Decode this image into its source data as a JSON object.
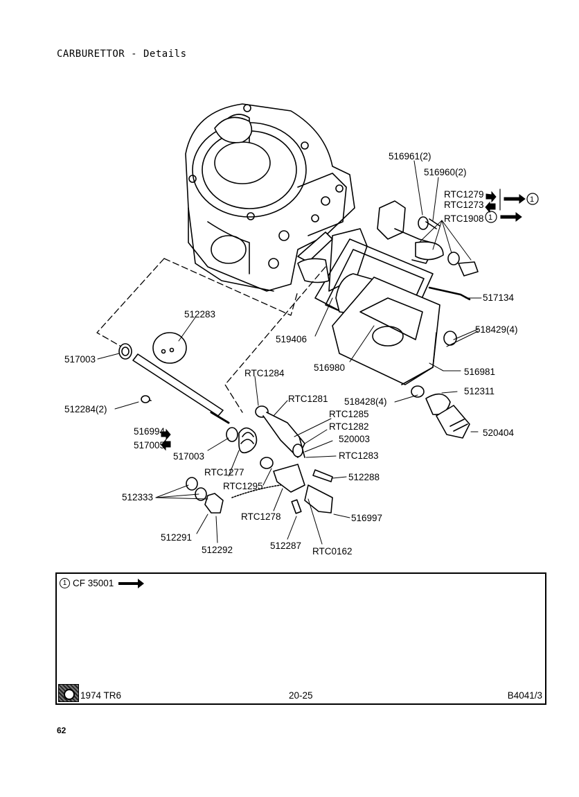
{
  "header": {
    "title": "CARBURETTOR - Details"
  },
  "parts": {
    "p516961": "516961(2)",
    "p516960": "516960(2)",
    "rtc1279": "RTC1279",
    "rtc1273": "RTC1273",
    "rtc1908": "RTC1908",
    "p517134": "517134",
    "p518429": "518429(4)",
    "p519406": "519406",
    "p516980": "516980",
    "p516981": "516981",
    "p512283": "512283",
    "p517003a": "517003",
    "p512284": "512284(2)",
    "p516994": "516994",
    "p517005": "517005",
    "p517003b": "517003",
    "rtc1284": "RTC1284",
    "rtc1281": "RTC1281",
    "rtc1285": "RTC1285",
    "rtc1282": "RTC1282",
    "p520003": "520003",
    "rtc1283": "RTC1283",
    "p518428": "518428(4)",
    "p512311": "512311",
    "p520404": "520404",
    "rtc1277": "RTC1277",
    "rtc1295": "RTC1295",
    "p512288": "512288",
    "p512333": "512333",
    "rtc1278": "RTC1278",
    "p516997": "516997",
    "p512291": "512291",
    "p512292": "512292",
    "p512287": "512287",
    "rtc0162": "RTC0162"
  },
  "callout": {
    "marker": "1"
  },
  "notes": {
    "marker": "1",
    "text": "CF 35001"
  },
  "footer": {
    "model": "1974 TR6",
    "page": "20-25",
    "ref": "B4041/3"
  },
  "page_number": "62"
}
